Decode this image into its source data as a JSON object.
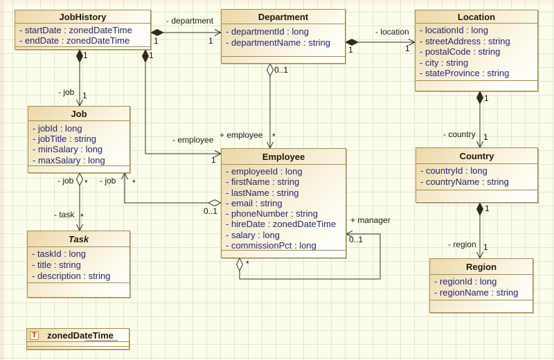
{
  "diagram": {
    "classes": [
      {
        "name": "JobHistory",
        "attributes": [
          "- startDate : zonedDateTime",
          "- endDate : zonedDateTime"
        ]
      },
      {
        "name": "Department",
        "attributes": [
          "- departmentId : long",
          "- departmentName : string"
        ]
      },
      {
        "name": "Location",
        "attributes": [
          "- locationId : long",
          "- streetAddress : string",
          "- postalCode : string",
          "- city : string",
          "- stateProvince : string"
        ]
      },
      {
        "name": "Job",
        "attributes": [
          "- jobId : long",
          "- jobTitle : string",
          "- minSalary : long",
          "- maxSalary : long"
        ]
      },
      {
        "name": "Employee",
        "attributes": [
          "- employeeId : long",
          "- firstName : string",
          "- lastName : string",
          "- email : string",
          "- phoneNumber : string",
          "- hireDate : zonedDateTime",
          "- salary : long",
          "- commissionPct : long"
        ]
      },
      {
        "name": "Country",
        "attributes": [
          "- countryId : long",
          "- countryName : string"
        ]
      },
      {
        "name": "Task",
        "attributes": [
          "- taskId : long",
          "- title : string",
          "- description : string"
        ]
      },
      {
        "name": "Region",
        "attributes": [
          "- regionId : long",
          "- regionName : string"
        ]
      }
    ],
    "datatype": {
      "name": "zonedDateTime",
      "icon_letter": "T"
    },
    "associations": [
      {
        "target_label": "- department",
        "source_mult": "1",
        "target_mult": "1"
      },
      {
        "target_label": "- location",
        "source_mult": "1",
        "target_mult": "1"
      },
      {
        "target_label": "- job",
        "source_mult": "1",
        "target_mult": "1"
      },
      {
        "target_label": "- employee",
        "source_mult": "1",
        "target_mult": "1"
      },
      {
        "target_label": "+ employee",
        "source_mult": "0..1",
        "target_mult": "*"
      },
      {
        "target_label": "- job",
        "source_mult": "0..1",
        "target_mult": "*"
      },
      {
        "source_label": "- job",
        "source_mult": "*",
        "target_label": "- task",
        "target_mult": "*"
      },
      {
        "target_label": "- country",
        "source_mult": "1",
        "target_mult": "1"
      },
      {
        "target_label": "- region",
        "source_mult": "1",
        "target_mult": "1"
      },
      {
        "target_label": "+ manager",
        "source_mult": "*",
        "target_mult": "0..1"
      }
    ],
    "colors": {
      "canvas": "#fcfceb",
      "grid": "#e4e4d6",
      "box_border": "#a38b4c",
      "box_fill": "#ecd7a6",
      "attribute_text": "#26266e",
      "line": "#31312a",
      "datatype_letter": "#cc2020"
    }
  }
}
